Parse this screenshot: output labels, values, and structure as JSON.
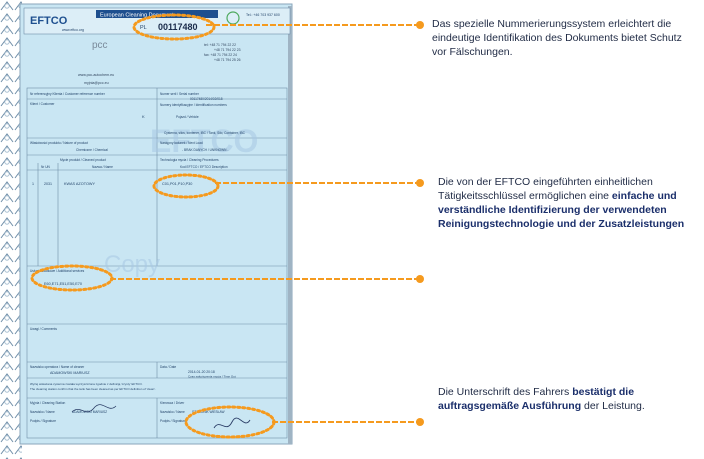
{
  "document": {
    "logo": "EFTCO",
    "header_title": "European Cleaning Document",
    "header_website": "www.eftco.org",
    "header_phone": "Tel.: +46 703 937 600",
    "serial_prefix": "PL",
    "serial_number": "00117480",
    "company_logo": "pcc",
    "company_web": "www.pcc-autochem.eu",
    "company_email": "myjnia@pcc.eu",
    "company_tel_1": "tel: +48 71 794 22 22",
    "company_tel_2": "+48 71 794 22 23",
    "company_tel_3": "fax: +48 71 794 22 24",
    "company_tel_4": "+48 71 794 25 26",
    "field_2_label": "Nr referencyjny Klienta / Customer reference number",
    "field_3_label": "Numer serii / Serial number",
    "field_3_value": "00117480/2014/02/018",
    "field_4_label": "Klient / Customer",
    "field_4_value": "K",
    "field_5_label": "Numery identyfikacyjne / Identification numbers",
    "field_5_vehicle": "Pojazd / Vehicle",
    "field_5_tank": "Cysterna, silos, kontener, IBC / Tank, Silo, Container, IBC",
    "field_6_label": "Właściwości produktu / Nature of product",
    "field_6_value": "Chemiczne / Chemical",
    "field_7_label": "Następny ładunek / Next Load",
    "field_7_value": "- BRAK DANYCH / UNKNOWN -",
    "field_8_label": "Mycie produkt / Cleaned product",
    "col_nr": "Nr UN",
    "col_name": "Nazwa / Name",
    "field_9_label": "Technologia mycia / Cleaning Procedures",
    "field_9_sub": "Kod EFTCO / EFTCO Description",
    "row_1_index": "1",
    "row_1_un": "2031",
    "row_1_name": "KWAS AZOTOWY",
    "row_1_code": "C01,P01,P10,P30",
    "field_10_label": "Usługi dodatkowe / Additional services",
    "field_10_value": "E60,E71,E51,E50,E70",
    "watermark_1": "EFTCO",
    "watermark_2": "Copy",
    "field_11_label": "Uwagi / Comments",
    "field_12_label": "Nazwisko operatora / Name of cleaner",
    "field_12_value": "ADAMOWSKI MARIUSZ",
    "field_13_label": "Data / Date",
    "field_13_value": "2014-01-20 20:18",
    "field_13_sub": "Czas zakończenia mycia / Time Out",
    "disclaimer_1": "Wyżej wskazana cysterna została wyczyszczona zgodnie z definicją 'czysty' EFTCO.",
    "disclaimer_2": "The cleaning station confirm that the tank has been cleaned as per EFTCO definition of 'clean'.",
    "field_14_label": "Myjnia / Cleaning Station",
    "field_14_name": "Nazwisko / Name",
    "field_14_name_value": "ADAMOWSKI MARIUSZ",
    "field_14_sign": "Podpis / Signature",
    "field_15_label": "Kierowca / Driver",
    "field_15_name": "Nazwisko / Name",
    "field_15_name_value": "SZYMONIK WIESŁAW",
    "field_15_sign": "Podpis / Signature"
  },
  "annotations": {
    "a1": "Das spezielle Nummerierungssystem erleichtert die eindeutige Identifikation des Dokuments bietet Schutz vor Fälschungen.",
    "a2_prefix": "Die von der EFTCO eingeführten einheitlichen Tätigkeitsschlüssel ermöglichen eine ",
    "a2_bold": "einfache und verständliche Identifizierung der verwendeten Reinigungstechnologie und der Zusatzleistungen",
    "a3_prefix": "Die Unterschrift des Fahrers ",
    "a3_bold": "bestätigt die auftragsgemäße Ausführung",
    "a3_suffix": " der Leistung."
  },
  "colors": {
    "paper": "#c9e6f3",
    "lines": "#6f8ea8",
    "accent": "#f59a1e",
    "text_dark": "#1f2a44"
  }
}
